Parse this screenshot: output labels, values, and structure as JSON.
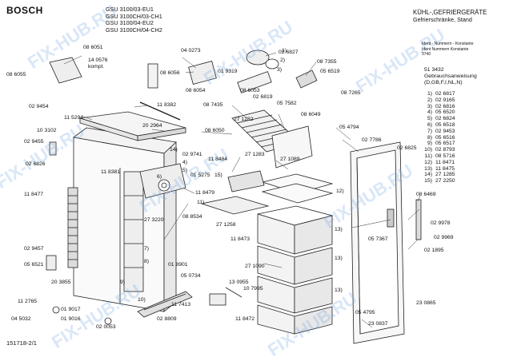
{
  "header": {
    "brand": "BOSCH",
    "models": [
      "GSU 3100/03-EU1",
      "GSU 3100CH/03-CH1",
      "GSU 3100/04-EU2",
      "GSU 3100CH/04-CH2"
    ],
    "category": [
      "KÜHL-,GEFRIERGERÄTE",
      "Gefrierschränke, Stand"
    ]
  },
  "ident_box": {
    "line1": "Ident - Nummern - Konstante",
    "line2": "Ident Nummern Konstante",
    "value": "3740"
  },
  "manual": {
    "number": "51 3432",
    "title": "Gebrauchsanweisung",
    "langs": "(D,GB,F,I,NL,N)"
  },
  "legend": [
    {
      "n": "1)",
      "part": "02 6817"
    },
    {
      "n": "2)",
      "part": "02 9165"
    },
    {
      "n": "3)",
      "part": "02 6816"
    },
    {
      "n": "4)",
      "part": "05 6520"
    },
    {
      "n": "5)",
      "part": "02 6824"
    },
    {
      "n": "6)",
      "part": "05 6518"
    },
    {
      "n": "7)",
      "part": "02 9453"
    },
    {
      "n": "8)",
      "part": "05 6516"
    },
    {
      "n": "9)",
      "part": "05 6517"
    },
    {
      "n": "10)",
      "part": "02 8793"
    },
    {
      "n": "11)",
      "part": "08 5716"
    },
    {
      "n": "12)",
      "part": "11 8471"
    },
    {
      "n": "13)",
      "part": "11 8475"
    },
    {
      "n": "14)",
      "part": "27 1285"
    },
    {
      "n": "15)",
      "part": "27 2250"
    }
  ],
  "footer": {
    "drawing_id": "151718-2/1"
  },
  "watermark": "FIX-HUB.RU",
  "callouts": [
    {
      "id": "c1",
      "text": "08 6051"
    },
    {
      "id": "c2",
      "text": "14 0576"
    },
    {
      "id": "c3",
      "text": "kompl."
    },
    {
      "id": "c4",
      "text": "04 0273"
    },
    {
      "id": "c5",
      "text": "08 6056"
    },
    {
      "id": "c6",
      "text": "01 9319"
    },
    {
      "id": "c7",
      "text": "02 6827"
    },
    {
      "id": "c8",
      "text": "08 7355"
    },
    {
      "id": "c9",
      "text": "05 6519"
    },
    {
      "id": "c10",
      "text": "08 6055"
    },
    {
      "id": "c11",
      "text": "02 9454"
    },
    {
      "id": "c12",
      "text": "08 6054"
    },
    {
      "id": "c13",
      "text": "08 6053"
    },
    {
      "id": "c14",
      "text": "02 6819"
    },
    {
      "id": "c15",
      "text": "08 7265"
    },
    {
      "id": "c16",
      "text": "11 8382"
    },
    {
      "id": "c17",
      "text": "08 7435"
    },
    {
      "id": "c18",
      "text": "05 7582"
    },
    {
      "id": "c19",
      "text": "11 5294"
    },
    {
      "id": "c20",
      "text": "20 2964"
    },
    {
      "id": "c21",
      "text": "27 1282"
    },
    {
      "id": "c22",
      "text": "08 6049"
    },
    {
      "id": "c23",
      "text": "10 3102"
    },
    {
      "id": "c24",
      "text": "08 6050"
    },
    {
      "id": "c25",
      "text": "05 4794"
    },
    {
      "id": "c26",
      "text": "02 9455"
    },
    {
      "id": "c27",
      "text": "02 7786"
    },
    {
      "id": "c28",
      "text": "02 6825"
    },
    {
      "id": "c29",
      "text": "02 9741"
    },
    {
      "id": "c30",
      "text": "27 1283"
    },
    {
      "id": "c31",
      "text": "02 6826"
    },
    {
      "id": "c32",
      "text": "11 8381"
    },
    {
      "id": "c33",
      "text": "11 8484"
    },
    {
      "id": "c34",
      "text": "27 1089"
    },
    {
      "id": "c35",
      "text": "01 5275"
    },
    {
      "id": "c36",
      "text": "11 8477"
    },
    {
      "id": "c37",
      "text": "11 8479"
    },
    {
      "id": "c38",
      "text": "08 6469"
    },
    {
      "id": "c39",
      "text": "27 3220"
    },
    {
      "id": "c40",
      "text": "08 8534"
    },
    {
      "id": "c41",
      "text": "27 1258"
    },
    {
      "id": "c42",
      "text": "02 9978"
    },
    {
      "id": "c43",
      "text": "02 9969"
    },
    {
      "id": "c44",
      "text": "05 7367"
    },
    {
      "id": "c45",
      "text": "11 8473"
    },
    {
      "id": "c46",
      "text": "02 9457"
    },
    {
      "id": "c47",
      "text": "02 1895"
    },
    {
      "id": "c48",
      "text": "05 6521"
    },
    {
      "id": "c49",
      "text": "01 8901"
    },
    {
      "id": "c50",
      "text": "27 1090"
    },
    {
      "id": "c51",
      "text": "05 0734"
    },
    {
      "id": "c52",
      "text": "20 3855"
    },
    {
      "id": "c53",
      "text": "13 0955"
    },
    {
      "id": "c54",
      "text": "10 7995"
    },
    {
      "id": "c55",
      "text": "11 2765"
    },
    {
      "id": "c56",
      "text": "01 9017"
    },
    {
      "id": "c57",
      "text": "11 7413"
    },
    {
      "id": "c58",
      "text": "05 4795"
    },
    {
      "id": "c59",
      "text": "23 0865"
    },
    {
      "id": "c60",
      "text": "04 5032"
    },
    {
      "id": "c61",
      "text": "01 9016"
    },
    {
      "id": "c62",
      "text": "02 8809"
    },
    {
      "id": "c63",
      "text": "11 8472"
    },
    {
      "id": "c64",
      "text": "23 0837"
    },
    {
      "id": "c65",
      "text": "02 0053"
    },
    {
      "id": "m1",
      "text": "1)"
    },
    {
      "id": "m2",
      "text": "2)"
    },
    {
      "id": "m3",
      "text": "3)"
    },
    {
      "id": "m4",
      "text": "4)"
    },
    {
      "id": "m5",
      "text": "5)"
    },
    {
      "id": "m6",
      "text": "6)"
    },
    {
      "id": "m7",
      "text": "7)"
    },
    {
      "id": "m8",
      "text": "8)"
    },
    {
      "id": "m9",
      "text": "9)"
    },
    {
      "id": "m10",
      "text": "10)"
    },
    {
      "id": "m11",
      "text": "11)"
    },
    {
      "id": "m12",
      "text": "12)"
    },
    {
      "id": "m13a",
      "text": "13)"
    },
    {
      "id": "m13b",
      "text": "13)"
    },
    {
      "id": "m13c",
      "text": "13)"
    },
    {
      "id": "m14",
      "text": "14)"
    },
    {
      "id": "m15",
      "text": "15)"
    }
  ]
}
